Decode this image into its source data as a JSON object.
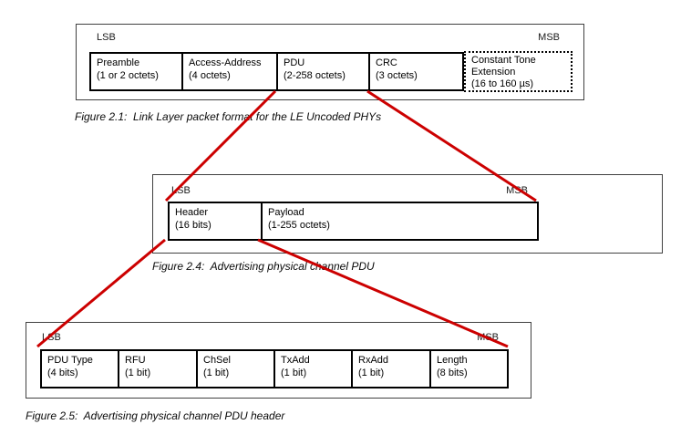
{
  "colors": {
    "connector_red": "#cc0000",
    "box_border": "#000000",
    "outer_border": "#404040"
  },
  "figures": [
    {
      "title": "Link Layer packet format for the LE Uncoded PHYs",
      "caption": "Figure 2.1:  Link Layer packet format for the LE Uncoded PHYs",
      "lsb": "LSB",
      "msb": "MSB",
      "fields": [
        {
          "label": "Preamble",
          "size": "(1 or 2 octets)"
        },
        {
          "label": "Access-Address",
          "size": "(4 octets)"
        },
        {
          "label": "PDU",
          "size": "(2-258 octets)"
        },
        {
          "label": "CRC",
          "size": "(3 octets)"
        },
        {
          "label": "Constant Tone",
          "label2": "Extension",
          "size": "(16 to 160 µs)",
          "style": "dashed"
        }
      ]
    },
    {
      "title": "Advertising physical channel PDU",
      "caption": "Figure 2.4:  Advertising physical channel PDU",
      "lsb": "LSB",
      "msb": "MSB",
      "fields": [
        {
          "label": "Header",
          "size": "(16 bits)"
        },
        {
          "label": "Payload",
          "size": "(1-255 octets)"
        }
      ]
    },
    {
      "title": "Advertising physical channel PDU header",
      "caption": "Figure 2.5:  Advertising physical channel PDU header",
      "lsb": "LSB",
      "msb": "MSB",
      "fields": [
        {
          "label": "PDU Type",
          "size": "(4 bits)"
        },
        {
          "label": "RFU",
          "size": "(1 bit)"
        },
        {
          "label": "ChSel",
          "size": "(1 bit)"
        },
        {
          "label": "TxAdd",
          "size": "(1 bit)"
        },
        {
          "label": "RxAdd",
          "size": "(1 bit)"
        },
        {
          "label": "Length",
          "size": "(8 bits)"
        }
      ]
    }
  ]
}
